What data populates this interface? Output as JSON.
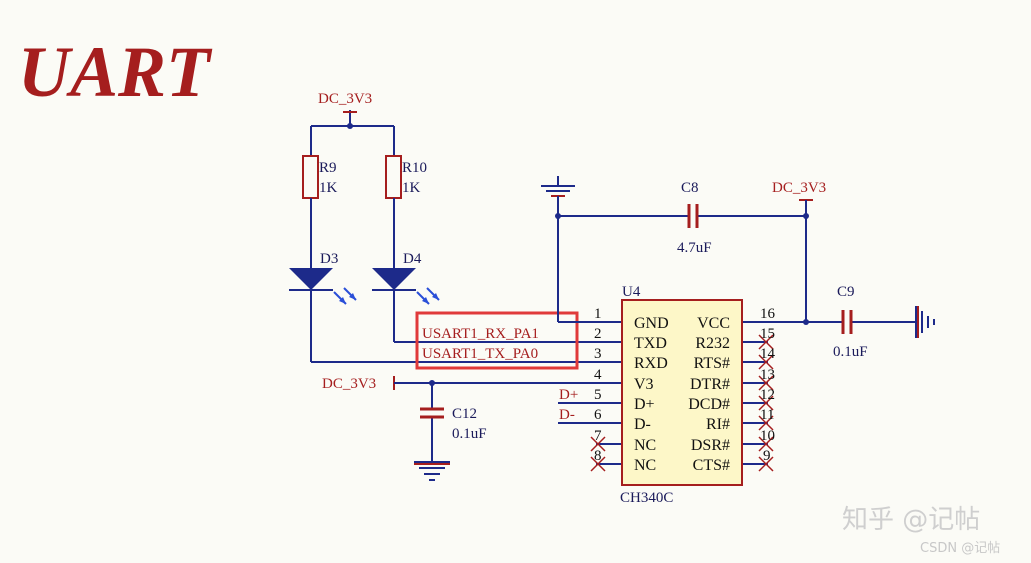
{
  "title": "UART",
  "nets": {
    "vcc_top": "DC_3V3",
    "vcc_right": "DC_3V3",
    "vcc_left": "DC_3V3"
  },
  "resistors": [
    {
      "ref": "R9",
      "value": "1K"
    },
    {
      "ref": "R10",
      "value": "1K"
    }
  ],
  "leds": [
    {
      "ref": "D3"
    },
    {
      "ref": "D4"
    }
  ],
  "capacitors": [
    {
      "ref": "C8",
      "value": "4.7uF"
    },
    {
      "ref": "C9",
      "value": "0.1uF"
    },
    {
      "ref": "C12",
      "value": "0.1uF"
    }
  ],
  "chip": {
    "ref": "U4",
    "part": "CH340C",
    "left_pins": [
      {
        "num": "1",
        "name": "GND"
      },
      {
        "num": "2",
        "name": "TXD"
      },
      {
        "num": "3",
        "name": "RXD"
      },
      {
        "num": "4",
        "name": "V3"
      },
      {
        "num": "5",
        "name": "D+"
      },
      {
        "num": "6",
        "name": "D-"
      },
      {
        "num": "7",
        "name": "NC"
      },
      {
        "num": "8",
        "name": "NC"
      }
    ],
    "right_pins": [
      {
        "num": "16",
        "name": "VCC"
      },
      {
        "num": "15",
        "name": "R232"
      },
      {
        "num": "14",
        "name": "RTS#"
      },
      {
        "num": "13",
        "name": "DTR#"
      },
      {
        "num": "12",
        "name": "DCD#"
      },
      {
        "num": "11",
        "name": "RI#"
      },
      {
        "num": "10",
        "name": "DSR#"
      },
      {
        "num": "9",
        "name": "CTS#"
      }
    ]
  },
  "signals": {
    "rx": "USART1_RX_PA1",
    "tx": "USART1_TX_PA0",
    "dplus": "D+",
    "dminus": "D-"
  },
  "watermark": {
    "main": "知乎 @记帖",
    "sub": "CSDN @记帖"
  },
  "colors": {
    "wire": "#1d2a8a",
    "accent": "#a51e1e",
    "chip_fill": "#fdf7c8",
    "led_ray": "#2a4fd8"
  }
}
